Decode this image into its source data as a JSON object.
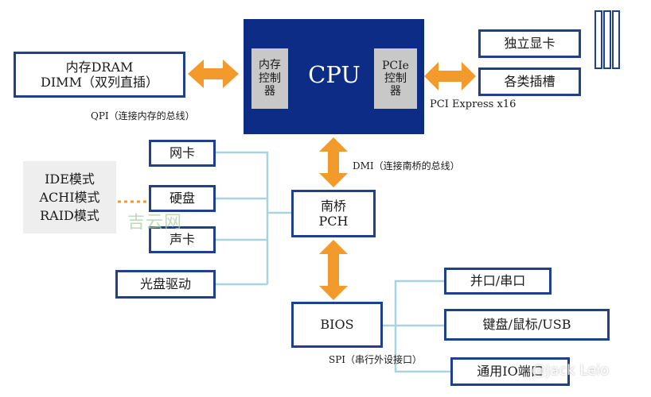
{
  "cpu": {
    "title": "CPU",
    "mem_controller": [
      "内",
      "存",
      "控",
      "制",
      "器"
    ],
    "pcie_controller": [
      "PCIe",
      "控",
      "制",
      "器"
    ]
  },
  "memory": {
    "line1": "内存DRAM",
    "line2": "DIMM（双列直插）"
  },
  "qpi_label": "QPI（连接内存的总线）",
  "pcie_label": "PCI Express x16",
  "gpu": "独立显卡",
  "slots": "各类插槽",
  "dmi_label": "DMI（连接南桥的总线）",
  "pch": {
    "line1": "南桥",
    "line2": "PCH"
  },
  "nic": "网卡",
  "disk": "硬盘",
  "sound": "声卡",
  "optical": "光盘驱动",
  "disk_modes": [
    "IDE模式",
    "ACHI模式",
    "RAID模式"
  ],
  "bios": "BIOS",
  "spi_label": "SPI（串行外设接口）",
  "parallel_serial": "并口/串口",
  "kb_mouse_usb": "键盘/鼠标/USB",
  "gpio": "通用IO端口",
  "watermark": "@Jack Leio",
  "watermark_logo": "吉云网",
  "colors": {
    "cpu_blue": "#0d2c86",
    "border_blue": "#1f3f8f",
    "arrow_orange": "#f29a2b",
    "line_cyan": "#a9d4de"
  }
}
